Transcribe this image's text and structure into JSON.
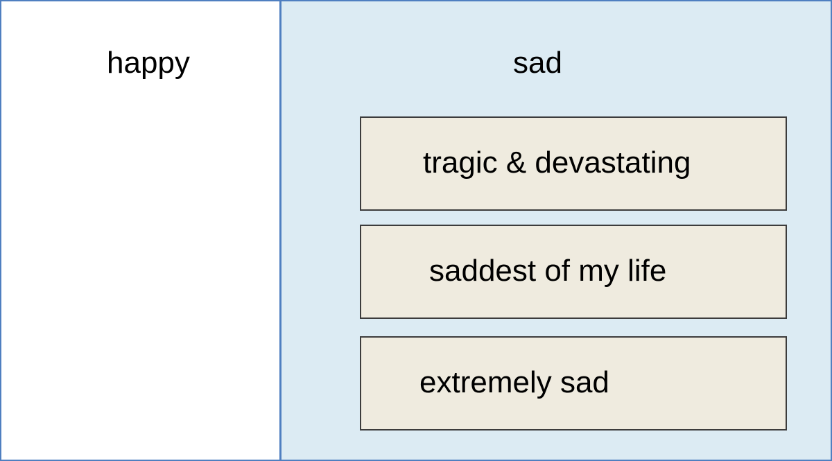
{
  "columns": {
    "happy": {
      "label": "happy"
    },
    "sad": {
      "label": "sad",
      "items": [
        "tragic & devastating",
        "saddest of my life",
        "extremely sad"
      ]
    }
  },
  "colors": {
    "border": "#4f7fc0",
    "sad_panel_fill": "#dcebf3",
    "item_fill": "#efebdf",
    "item_border": "#3c3c3c"
  }
}
